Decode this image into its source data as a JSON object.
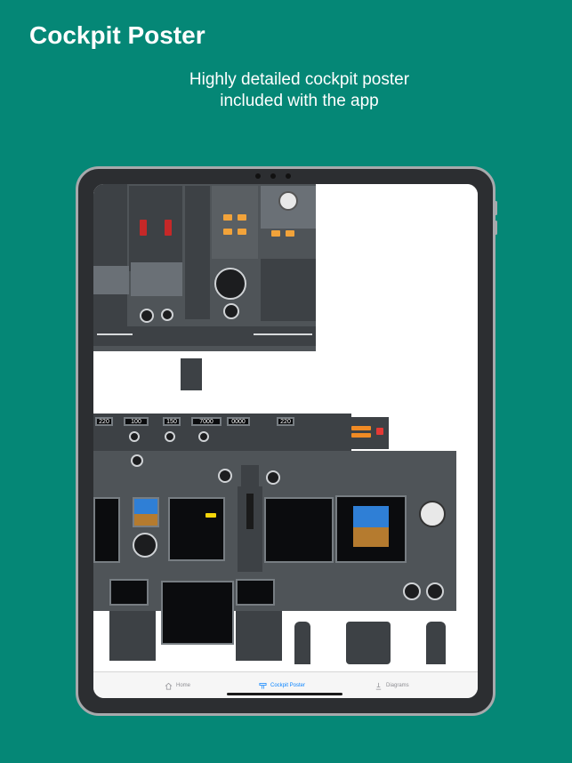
{
  "heading": "Cockpit Poster",
  "subheading": {
    "line1": "Highly detailed cockpit poster",
    "line2": "included with the app"
  },
  "tabs": [
    {
      "label": "Home",
      "icon": "house-icon",
      "active": false
    },
    {
      "label": "Cockpit Poster",
      "icon": "poster-icon",
      "active": true
    },
    {
      "label": "Diagrams",
      "icon": "diagram-icon",
      "active": false
    }
  ],
  "mcp": {
    "speed_left": "220",
    "course": "100",
    "ias": "150",
    "altitude": "7000",
    "vs": "0000",
    "speed_right": "220"
  },
  "colors": {
    "background": "#058776",
    "panel": "#4f5458",
    "tab_active": "#0a84ff",
    "tab_inactive": "#8e8e93"
  }
}
